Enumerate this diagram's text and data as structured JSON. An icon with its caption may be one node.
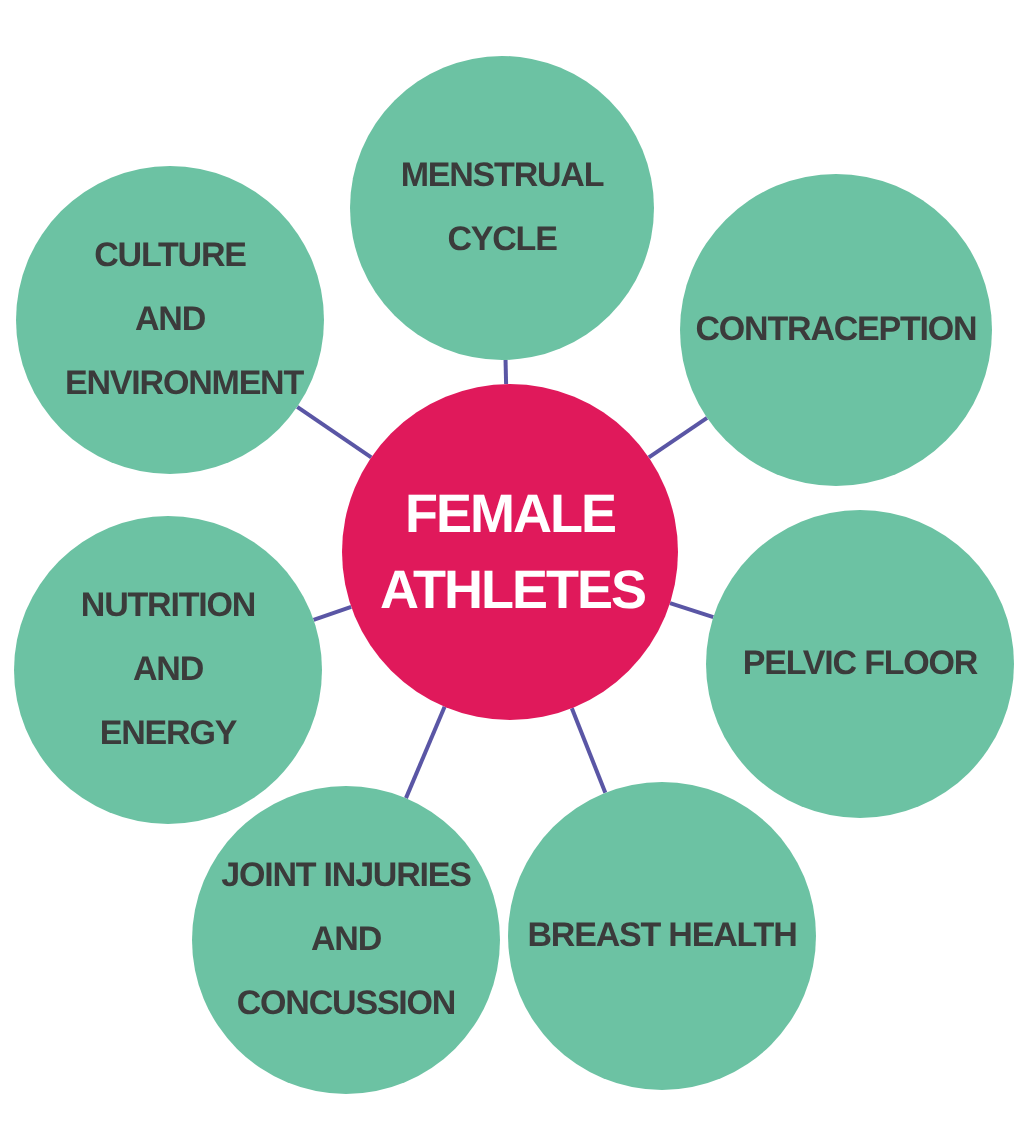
{
  "diagram": {
    "nodes": [
      {
        "text": [
          "FEMALE ATHLETES"
        ]
      },
      {
        "text": [
          "MENSTRUAL CYCLE"
        ]
      },
      {
        "text": [
          "CONTRACEPTION"
        ]
      },
      {
        "text": [
          "PELVIC FLOOR"
        ]
      },
      {
        "text": [
          "BREAST HEALTH"
        ]
      },
      {
        "text": [
          "JOINT INJURIES AND CONCUSSION"
        ]
      },
      {
        "text": [
          "NUTRITION AND ENERGY"
        ]
      },
      {
        "text": [
          "CULTURE AND ENVIRONMENT"
        ]
      }
    ],
    "edges": [
      {
        "from": 0,
        "to": 1,
        "arrow": "none"
      },
      {
        "from": 0,
        "to": 2,
        "arrow": "none"
      },
      {
        "from": 0,
        "to": 3,
        "arrow": "none"
      },
      {
        "from": 0,
        "to": 4,
        "arrow": "none"
      },
      {
        "from": 0,
        "to": 5,
        "arrow": "none"
      },
      {
        "from": 0,
        "to": 6,
        "arrow": "none"
      },
      {
        "from": 0,
        "to": 7,
        "arrow": "none"
      }
    ]
  }
}
